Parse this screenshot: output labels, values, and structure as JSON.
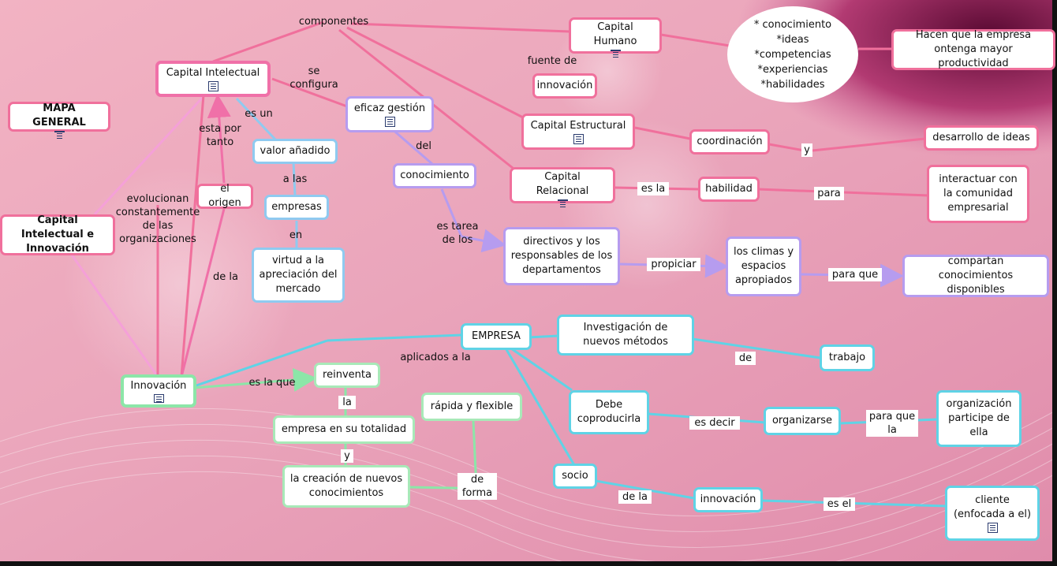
{
  "nodes": {
    "mapa_general": "MAPA GENERAL",
    "capital_intelectual_innovacion": "Capital Intelectual e Innovación",
    "capital_intelectual": "Capital Intelectual",
    "eficaz_gestion": "eficaz gestión",
    "valor_anadido": "valor añadido",
    "empresas": "empresas",
    "virtud": "virtud a la apreciación del mercado",
    "conocimiento": "conocimiento",
    "el_origen": "el origen",
    "capital_humano": "Capital Humano",
    "innovacion_top": "innovación",
    "capital_estructural": "Capital Estructural",
    "capital_relacional": "Capital Relacional",
    "lista": [
      "* conocimiento",
      "*ideas",
      "*competencias",
      "*experiencias",
      "*habilidades"
    ],
    "productividad": "Hacen que la empresa ontenga mayor productividad",
    "coordinacion": "coordinación",
    "desarrollo_ideas": "desarrollo de ideas",
    "habilidad": "habilidad",
    "interactuar": "interactuar con la comunidad empresarial",
    "directivos": "directivos y los responsables de los departamentos",
    "climas": "los climas y espacios apropiados",
    "compartan": "compartan conocimientos disponibles",
    "empresa": "EMPRESA",
    "investigacion": "Investigación de nuevos métodos",
    "trabajo": "trabajo",
    "debe": "Debe coproducirla",
    "organizarse": "organizarse",
    "organizacion": "organización participe de ella",
    "socio": "socio",
    "innovacion_bottom": "innovación",
    "cliente": "cliente (enfocada a el)",
    "innovacion_main": "Innovación",
    "reinventa": "reinventa",
    "empresa_totalidad": "empresa en su totalidad",
    "creacion": "la creación de nuevos conocimientos",
    "rapida": "rápida y flexible"
  },
  "links": {
    "componentes": "componentes",
    "se_configura": "se configura",
    "es_un": "es un",
    "esta_por_tanto": "esta por tanto",
    "evolucionan": "evolucionan constantemente de las organizaciones",
    "de_la_left": "de la",
    "a_las": "a las",
    "en": "en",
    "del": "del",
    "es_tarea": "es tarea de los",
    "fuente_de": "fuente de",
    "y_top": "y",
    "es_la": "es la",
    "para": "para",
    "propiciar": "propiciar",
    "para_que": "para que",
    "aplicados": "aplicados a la",
    "de_trabajo": "de",
    "es_decir": "es decir",
    "para_que_la": "para que la",
    "de_la_socio": "de la",
    "es_el": "es el",
    "es_la_que": "es la que",
    "la": "la",
    "y_bottom": "y",
    "de_forma": "de forma"
  },
  "icons": [
    "document-icon"
  ],
  "colors": {
    "pink": "#f0709c",
    "purple": "#b69cef",
    "blue": "#8fcaf0",
    "cyan": "#5fd3e6",
    "green": "#a8e9b8"
  }
}
